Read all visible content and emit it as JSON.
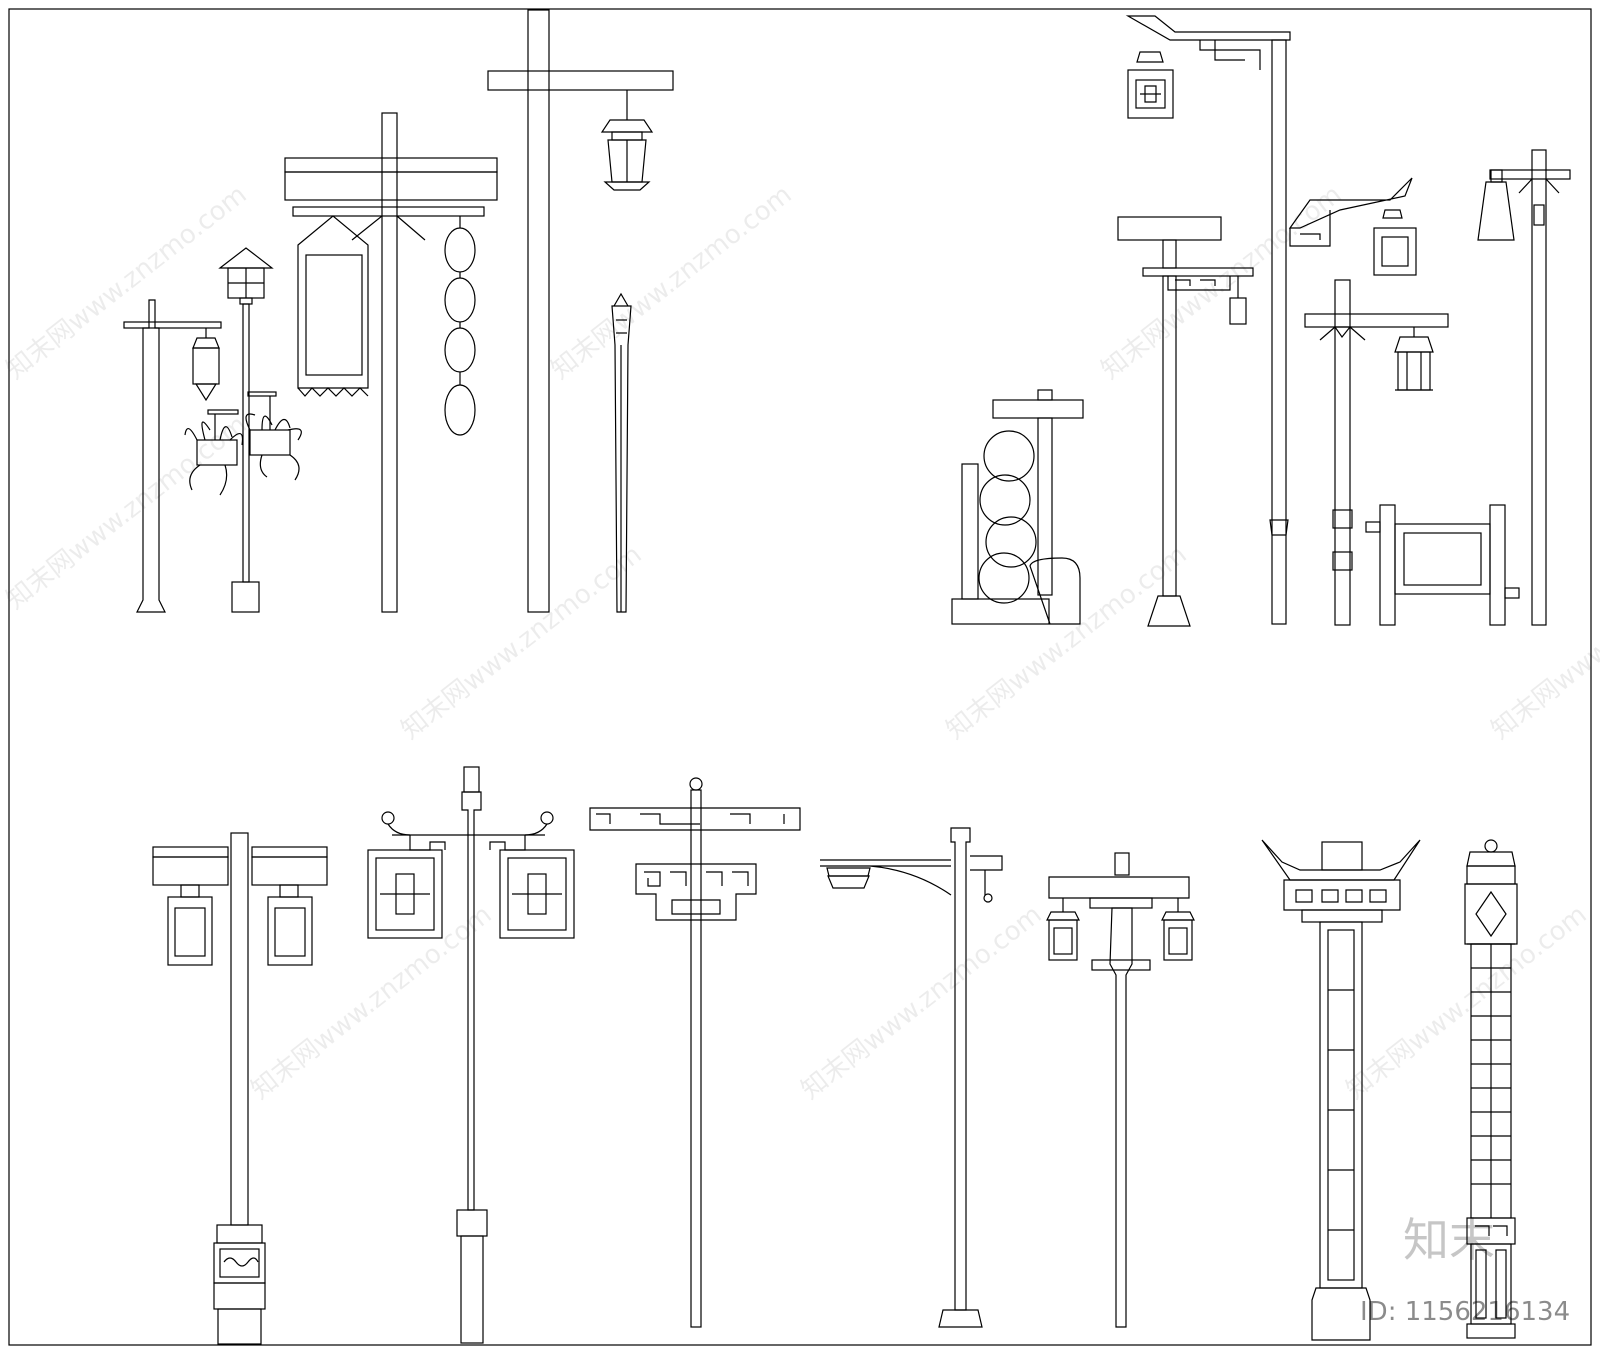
{
  "drawing": {
    "title": "",
    "watermark_text": "知末网www.znzmo.com",
    "logo_text": "知末",
    "id_label": "ID: 1156216134"
  },
  "lamps_top_left": [
    {
      "name": "cross-arm-hanging-lantern-lamp"
    },
    {
      "name": "planter-basket-lamp"
    },
    {
      "name": "banner-signpost-lamp"
    },
    {
      "name": "string-lantern-lamp"
    },
    {
      "name": "tall-cross-hanging-lantern-lamp"
    },
    {
      "name": "torch-pole-lamp"
    }
  ],
  "lamps_top_right": [
    {
      "name": "stone-rockery-sign"
    },
    {
      "name": "fret-bracket-lantern-lamp"
    },
    {
      "name": "swallowtail-arm-lamp"
    },
    {
      "name": "double-arm-lamp"
    },
    {
      "name": "brace-lantern-lamp"
    },
    {
      "name": "frame-sign-board"
    },
    {
      "name": "bell-lantern-pole-lamp"
    }
  ],
  "lamps_bottom": [
    {
      "name": "double-box-lantern-lamp"
    },
    {
      "name": "ornate-panel-lamp"
    },
    {
      "name": "fret-crown-lamp"
    },
    {
      "name": "side-arm-dish-lamp"
    },
    {
      "name": "twin-lantern-lamp"
    },
    {
      "name": "lattice-column-lamp"
    },
    {
      "name": "ornamental-column-lamp"
    }
  ]
}
